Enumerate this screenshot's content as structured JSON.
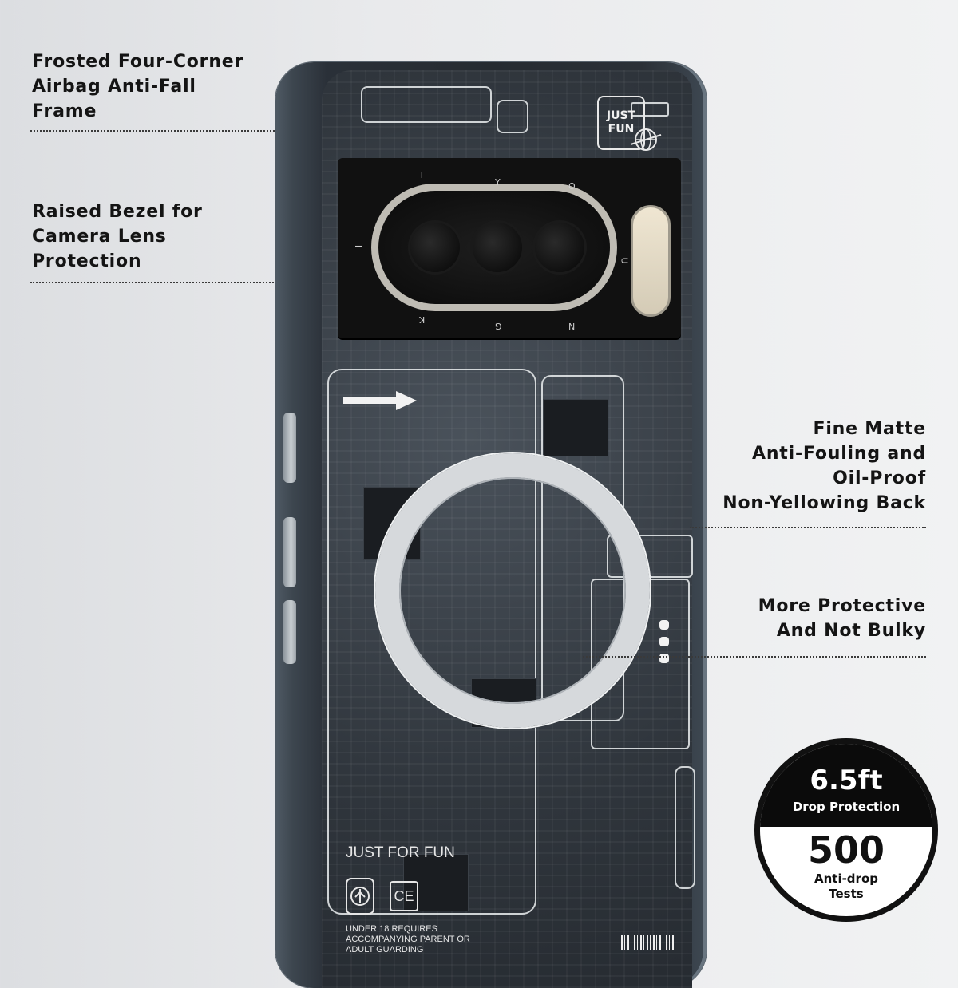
{
  "callouts": {
    "frame": [
      "Frosted Four-Corner",
      "Airbag Anti-Fall",
      "Frame"
    ],
    "bezel": [
      "Raised Bezel for",
      "Camera Lens",
      "Protection"
    ],
    "matte": [
      "Fine Matte",
      "Anti-Fouling and",
      "Oil-Proof",
      "Non-Yellowing Back"
    ],
    "protective": [
      "More Protective",
      "And Not Bulky"
    ]
  },
  "phone": {
    "logo_line1": "JUST",
    "logo_line2": "FUN",
    "bezel_letters": [
      "T",
      "Y",
      "O",
      "U",
      "N",
      "G",
      "K",
      "I"
    ],
    "case_text": "JUST FOR FUN",
    "ce_mark": "CE",
    "warning": [
      "UNDER 18 REQUIRES",
      "ACCOMPANYING PARENT OR",
      "ADULT GUARDING"
    ],
    "case_color": "#2a3038",
    "ring_color": "#d6d9dc"
  },
  "badge": {
    "height": "6.5ft",
    "height_label": "Drop Protection",
    "tests": "500",
    "tests_label_1": "Anti-drop",
    "tests_label_2": "Tests"
  }
}
